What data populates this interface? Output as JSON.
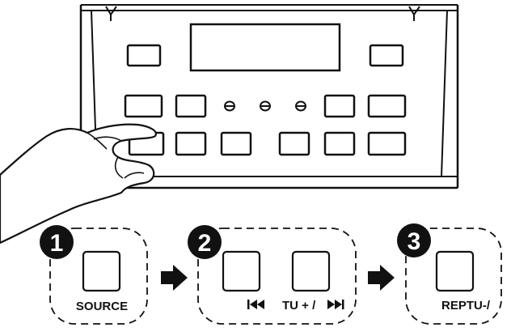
{
  "steps": [
    {
      "number": "1",
      "buttons": [
        {
          "label": "SOURCE",
          "icon": ""
        }
      ]
    },
    {
      "number": "2",
      "buttons": [
        {
          "label": "",
          "icon": "skip-back-icon"
        },
        {
          "label": "TU + /",
          "icon": "skip-forward-icon"
        }
      ]
    },
    {
      "number": "3",
      "buttons": [
        {
          "label": "REPTU-/",
          "icon": ""
        }
      ]
    }
  ],
  "arrows": [
    "arrow-right-icon",
    "arrow-right-icon"
  ],
  "colors": {
    "line": "#111111",
    "background": "#ffffff",
    "badge": "#111111"
  }
}
